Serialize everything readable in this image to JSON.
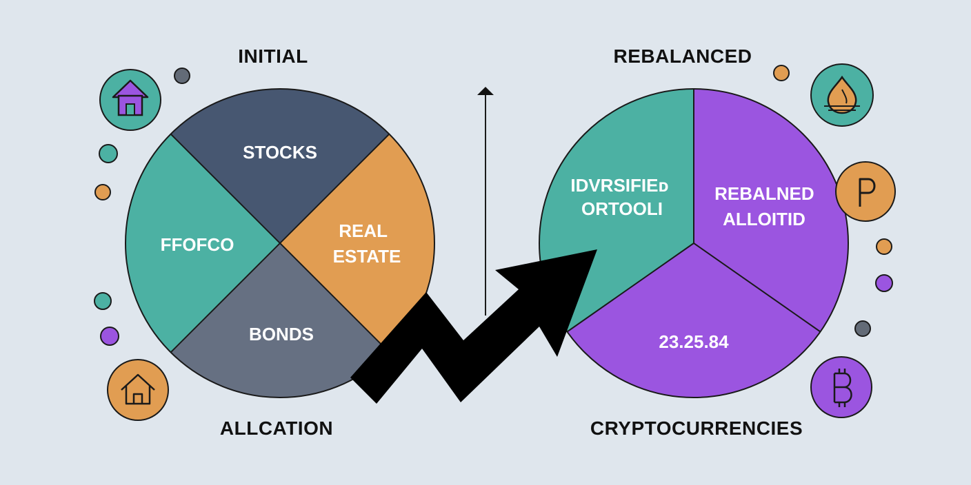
{
  "colors": {
    "background": "#dfe6ed",
    "slate": "#475771",
    "teal": "#4cb1a3",
    "orange": "#e19d52",
    "gray": "#667082",
    "purple": "#9b55e0",
    "arrow": "#000000",
    "stroke": "#1a1a1a"
  },
  "headings": {
    "initial": "INITIAL",
    "rebalanced": "REBALANCED",
    "allocation": "ALLCATION",
    "cryptocurrencies": "CRYPTOCURRENCIES"
  },
  "initial_pie": {
    "segments": [
      {
        "key": "stocks",
        "lines": [
          "STOCKS"
        ],
        "color": "#475771"
      },
      {
        "key": "real-estate",
        "lines": [
          "REAL",
          "ESTATE"
        ],
        "color": "#e19d52"
      },
      {
        "key": "bonds",
        "lines": [
          "BONDS"
        ],
        "color": "#667082"
      },
      {
        "key": "fofco",
        "lines": [
          "FFOFCO"
        ],
        "color": "#4cb1a3"
      }
    ]
  },
  "rebalanced_pie": {
    "segments": [
      {
        "key": "diversified",
        "lines": [
          "IDVRSIFIEᴅ",
          "ORTOOLI"
        ],
        "color": "#4cb1a3"
      },
      {
        "key": "rebalanced-allocation",
        "lines": [
          "REBALNED",
          "ALLOITID"
        ],
        "color": "#9b55e0"
      },
      {
        "key": "value",
        "lines": [
          "23.25.84"
        ],
        "color": "#9b55e0"
      }
    ]
  },
  "icons": [
    {
      "name": "house-icon",
      "fill": "#4cb1a3",
      "glyph": "house-purple"
    },
    {
      "name": "house-outline-icon",
      "fill": "#e19d52",
      "glyph": "house-outline"
    },
    {
      "name": "flame-icon",
      "fill": "#4cb1a3",
      "glyph": "flame"
    },
    {
      "name": "coin-p-icon",
      "fill": "#e19d52",
      "glyph": "p"
    },
    {
      "name": "bitcoin-icon",
      "fill": "#9b55e0",
      "glyph": "bitcoin"
    }
  ]
}
